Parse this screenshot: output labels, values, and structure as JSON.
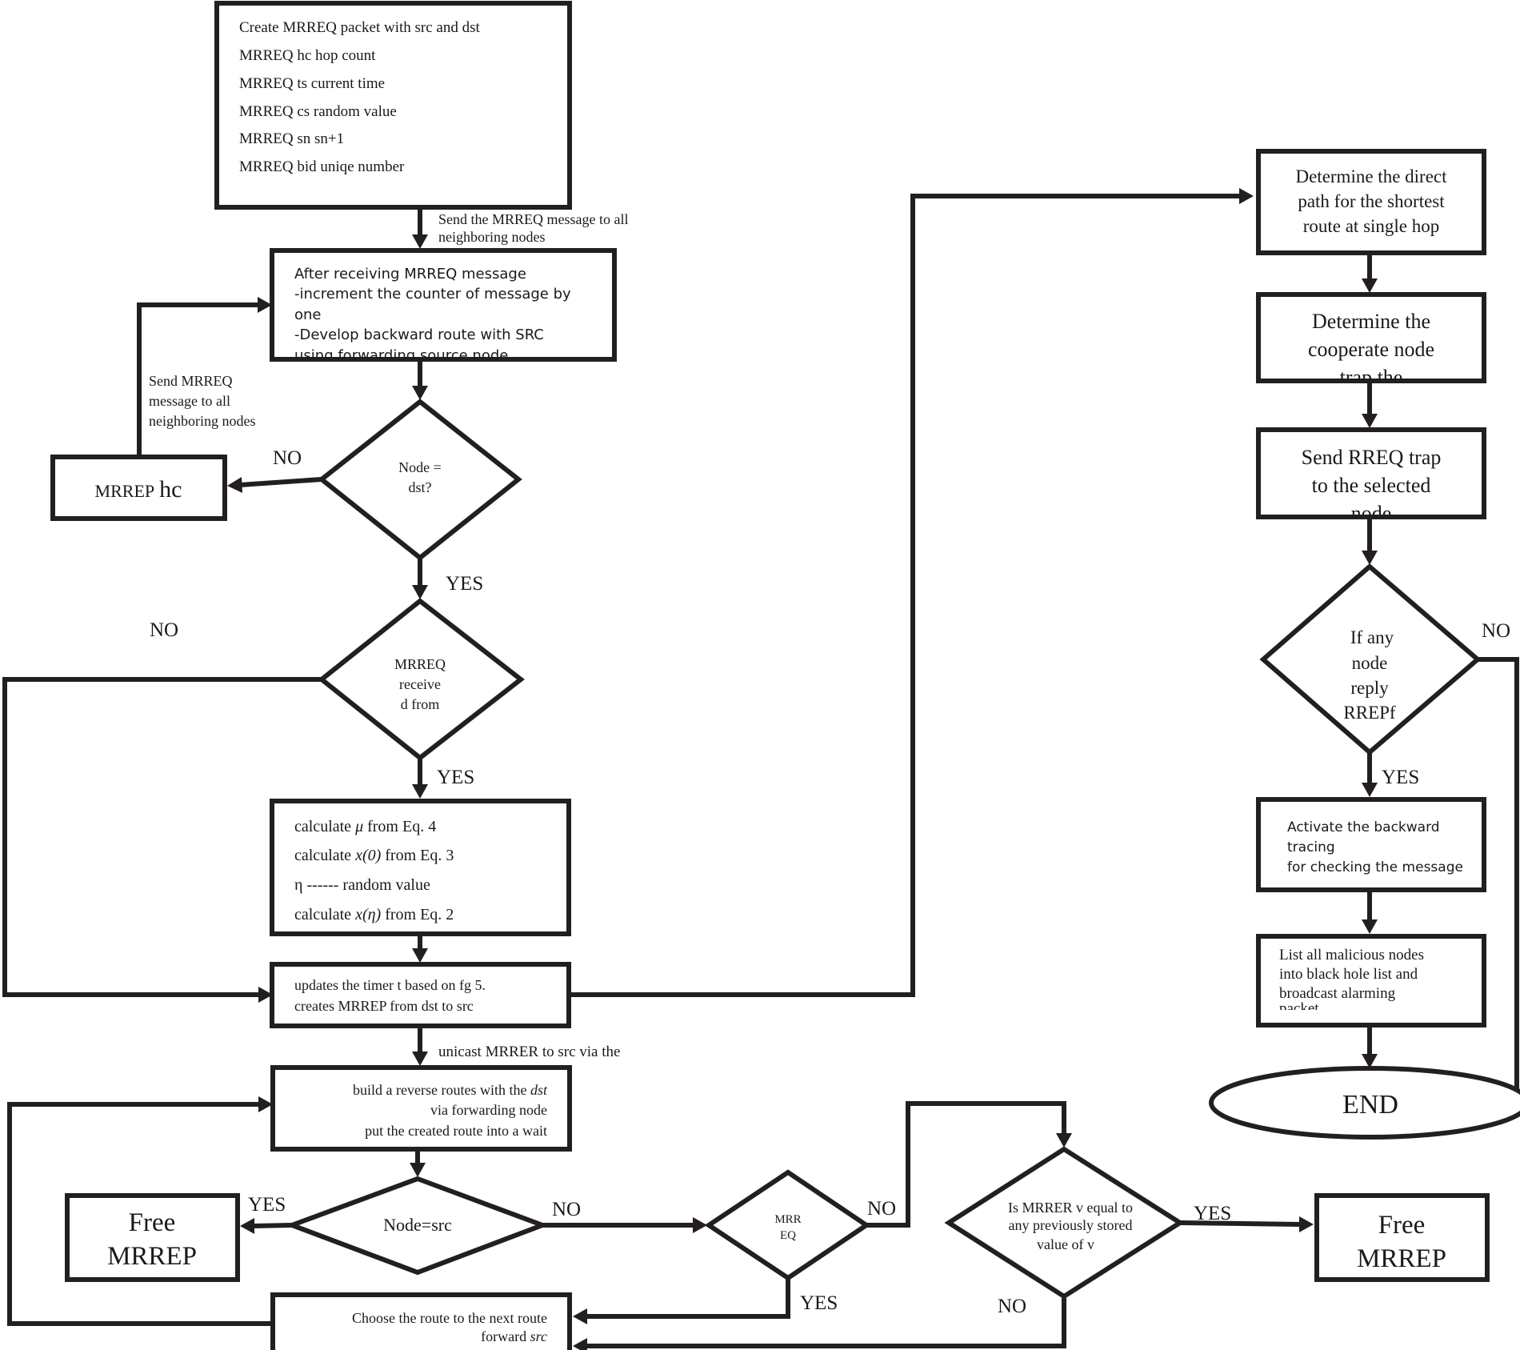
{
  "nodes": {
    "create": {
      "lines": [
        "Create MRREQ packet with  src and dst",
        "MRREQ hc      hop count",
        "MRREQ  ts      current time",
        "MRREQ   cs      random value",
        "MRREQ  sn       sn+1",
        "MRREQ  bid      uniqe number"
      ]
    },
    "after_receiving": {
      "lines": [
        "After receiving MRREQ message",
        "-increment the counter of message by",
        "one",
        "-Develop backward route with SRC",
        "using forwarding source node"
      ]
    },
    "node_dst": {
      "lines": [
        "Node =",
        "dst?"
      ]
    },
    "mrrep_hc": {
      "prefix": "MRREP",
      "suffix": "hc"
    },
    "mrreq_received": {
      "lines": [
        "MRREQ",
        "receive",
        "d from"
      ]
    },
    "calculate": {
      "lines": [
        {
          "a": "calculate ",
          "i": "μ",
          "b": " from Eq. 4"
        },
        {
          "a": "calculate ",
          "i": "x(0)",
          "b": " from Eq. 3"
        },
        {
          "a": " η ------ random value",
          "i": "",
          "b": ""
        },
        {
          "a": "calculate ",
          "i": "x(η)",
          "b": " from Eq.  2"
        }
      ]
    },
    "updates_timer": {
      "lines": [
        "updates the timer t based on fg 5.",
        "creates MRREP from  dst to src"
      ]
    },
    "build_reverse": {
      "lines": [
        {
          "a": "build a reverse routes with the ",
          "i": "dst"
        },
        {
          "a": "via forwarding node",
          "i": ""
        },
        {
          "a": "put the created route into a wait",
          "i": ""
        }
      ]
    },
    "node_src": {
      "label": "Node=src"
    },
    "free_mrrep_left": {
      "lines": [
        "Free",
        "MRREP"
      ]
    },
    "mrreq_small": {
      "lines": [
        "MRR",
        "EQ"
      ]
    },
    "is_mrrer": {
      "lines": [
        "Is MRRER v equal to",
        "any previously stored",
        "value of  v"
      ]
    },
    "free_mrrep_right": {
      "lines": [
        "Free",
        "MRREP"
      ]
    },
    "choose_route": {
      "lines": [
        {
          "a": "Choose the route to the next route",
          "i": ""
        },
        {
          "a": "forward ",
          "i": "src"
        }
      ]
    },
    "determine_direct": {
      "lines": [
        "Determine the direct",
        "path for the shortest",
        "route at single hop"
      ]
    },
    "determine_cooperate": {
      "lines": [
        "Determine the",
        "cooperate node",
        "trap the"
      ]
    },
    "send_rreq": {
      "lines": [
        "Send RREQ trap",
        "to the selected",
        "node"
      ]
    },
    "if_any": {
      "lines": [
        "If any",
        "node",
        "reply",
        "RREPf"
      ]
    },
    "activate": {
      "lines": [
        "Activate the backward",
        "tracing",
        "for checking the message"
      ]
    },
    "list_malicious": {
      "lines": [
        "List  all  malicious  nodes",
        "into  black  hole  list  and",
        "broadcast             alarming",
        "packet"
      ]
    },
    "end": {
      "label": "END"
    }
  },
  "edge_labels": {
    "send_all_1": "Send    the    MRREQ    message    to    all",
    "send_all_2": "neighboring nodes",
    "send_left_1": "Send           MRREQ",
    "send_left_2": "message        to        all",
    "send_left_3": "neighboring nodes",
    "no_dst": "NO",
    "yes_dst": "YES",
    "no_received": "NO",
    "yes_received": "YES",
    "unicast": "unicast    MRRER  to    src  via  the",
    "yes_src": "YES",
    "no_src": "NO",
    "no_mrreq_small": "NO",
    "yes_mrreq_small": "YES",
    "yes_mrrer": "YES",
    "no_mrrer": "NO",
    "no_reply": "NO",
    "yes_reply": "YES"
  }
}
